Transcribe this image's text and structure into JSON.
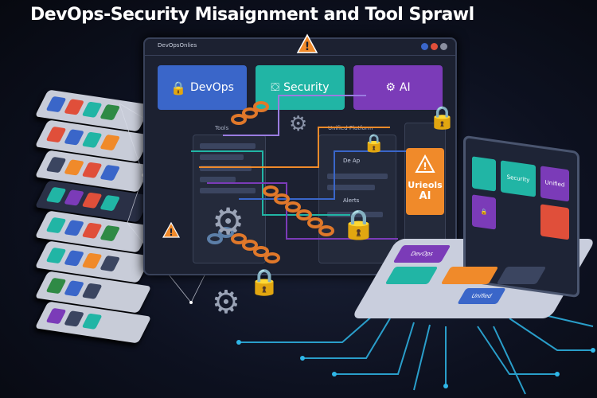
{
  "title": "DevOps-Security Misaignment and Tool Sprawl",
  "window": {
    "url_label": "DevOpsOnlies",
    "tiles": [
      {
        "label": "DevOps",
        "color": "#3a66c9"
      },
      {
        "label": "Security",
        "color": "#21b5a5"
      },
      {
        "label": "AI",
        "color": "#7b3bb8"
      }
    ],
    "tools_heading": "Tools",
    "unified_heading": "Unified Platform",
    "unified_item": "De Ap",
    "alerts_label": "Alerts"
  },
  "side_card": {
    "line1": "Urieols",
    "line2": "AI",
    "color": "#f08a2a"
  },
  "laptop": {
    "screen_tiles": [
      "Security",
      "Unified"
    ],
    "base_tiles": [
      "DevOps",
      "Unified"
    ]
  },
  "colors": {
    "accent_orange": "#f08a2a",
    "teal": "#21b5a5",
    "purple": "#7b3bb8",
    "blue": "#3a66c9",
    "chain": "#e0782a"
  },
  "icons": [
    "warning-icon",
    "lock-icon",
    "gear-icon",
    "chain-icon",
    "shield-icon",
    "laptop-icon"
  ]
}
